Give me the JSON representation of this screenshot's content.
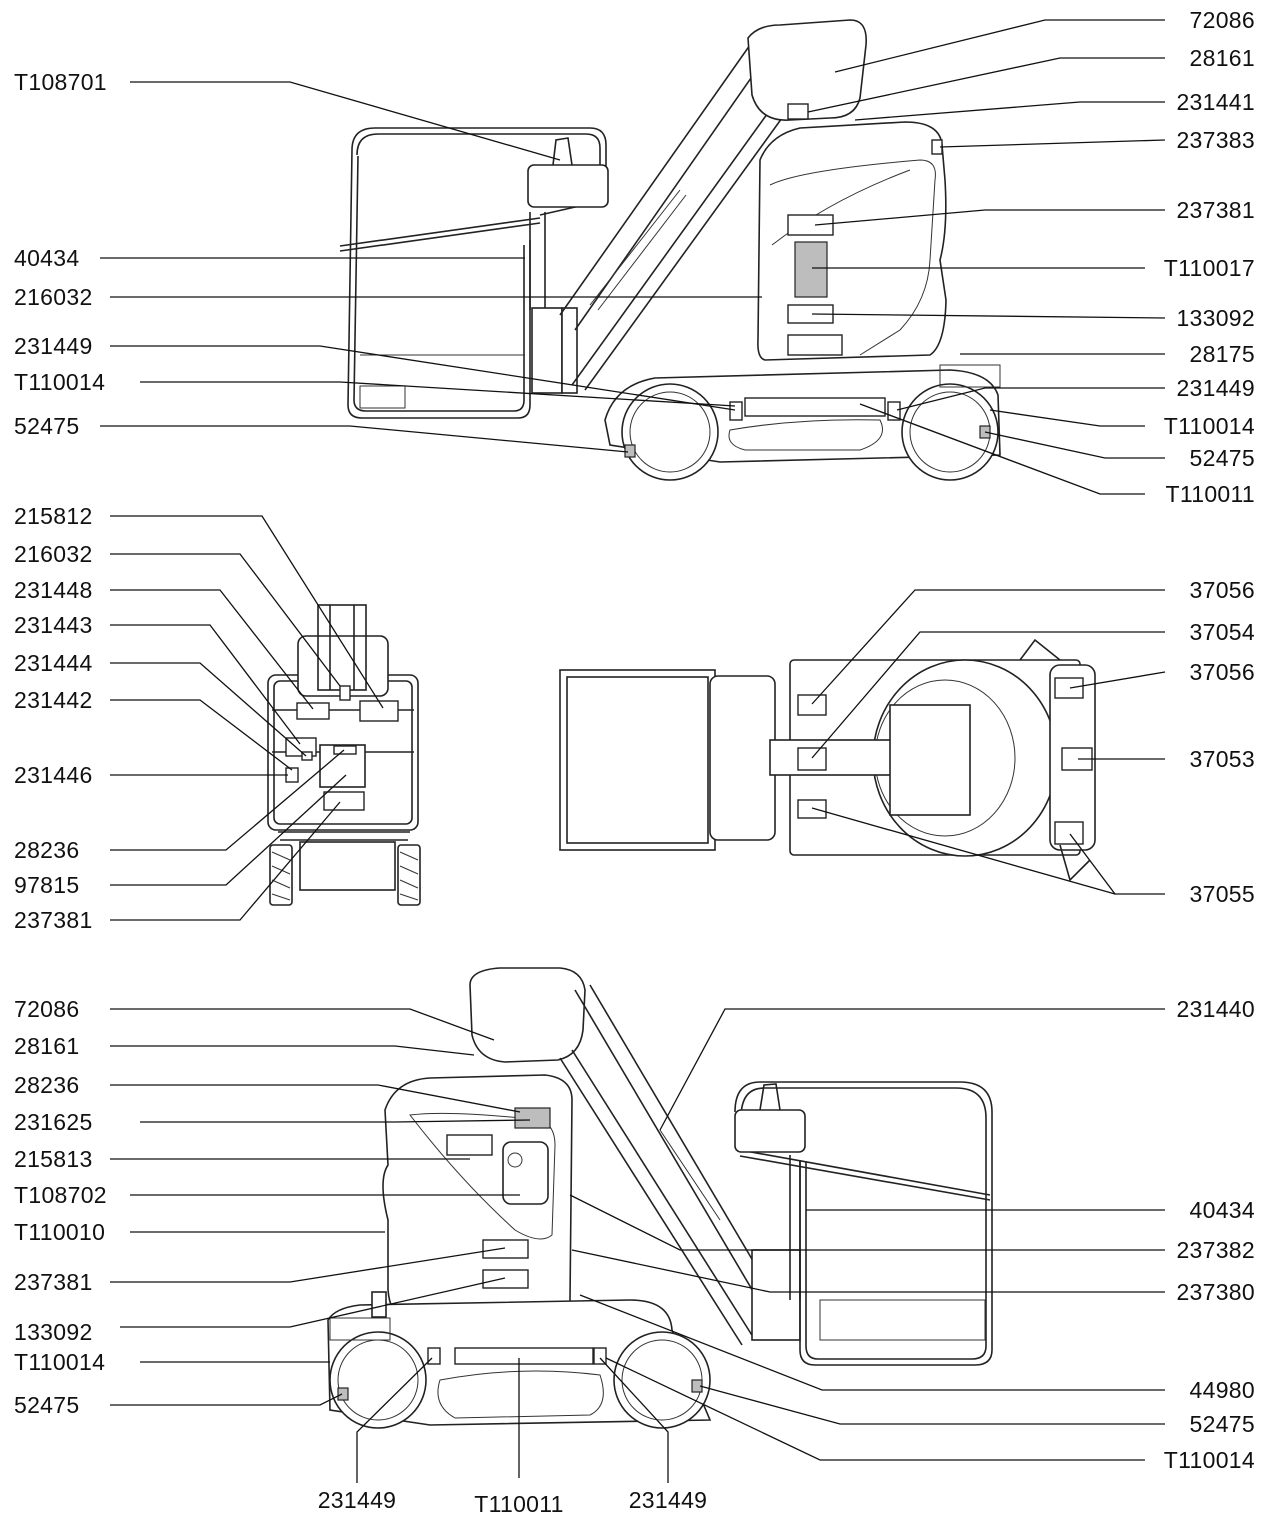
{
  "views": {
    "side_left": {
      "labels_left": [
        "T108701",
        "40434",
        "216032",
        "231449",
        "T110014",
        "52475"
      ],
      "labels_right": [
        "72086",
        "28161",
        "231441",
        "237383",
        "237381",
        "T110017",
        "133092",
        "28175",
        "231449",
        "T110014",
        "52475",
        "T110011"
      ]
    },
    "rear": {
      "labels_left": [
        "215812",
        "216032",
        "231448",
        "231443",
        "231444",
        "231442",
        "231446",
        "28236",
        "97815",
        "237381"
      ]
    },
    "top": {
      "labels_right": [
        "37056",
        "37054",
        "37056",
        "37053",
        "37055"
      ]
    },
    "side_right": {
      "labels_left": [
        "72086",
        "28161",
        "28236",
        "231625",
        "215813",
        "T108702",
        "T110010",
        "237381",
        "133092",
        "T110014",
        "52475"
      ],
      "labels_right": [
        "231440",
        "40434",
        "237382",
        "237380",
        "44980",
        "52475",
        "T110014"
      ],
      "labels_bottom": [
        "231449",
        "T110011",
        "231449"
      ]
    }
  }
}
